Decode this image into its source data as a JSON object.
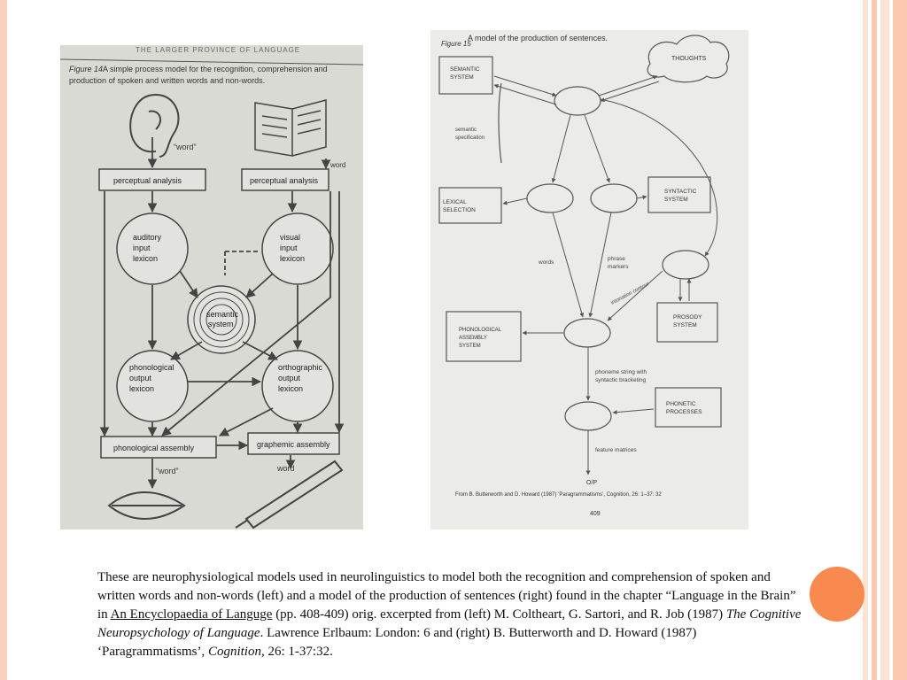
{
  "colors": {
    "accent": "#f98a4f",
    "stripe_light": "#fde3d6",
    "stripe_mid": "#fbc9b2"
  },
  "left_figure": {
    "header": "THE LARGER PROVINCE OF LANGUAGE",
    "caption_prefix": "Figure 14",
    "caption_line1": "A simple process model for the recognition, comprehension and",
    "caption_line2": "production of spoken and written words and non-words.",
    "labels": {
      "word_quote": "“word”",
      "word": "word",
      "perceptual_analysis_left": "perceptual analysis",
      "perceptual_analysis_right": "perceptual analysis",
      "auditory_1": "auditory",
      "auditory_2": "input",
      "auditory_3": "lexicon",
      "visual_1": "visual",
      "visual_2": "input",
      "visual_3": "lexicon",
      "semantic_1": "semantic",
      "semantic_2": "system",
      "phon_out_1": "phonological",
      "phon_out_2": "output",
      "phon_out_3": "lexicon",
      "orth_out_1": "orthographic",
      "orth_out_2": "output",
      "orth_out_3": "lexicon",
      "phonological_assembly": "phonological assembly",
      "graphemic_assembly": "graphemic assembly",
      "word_quote_bottom": "“word”",
      "word_bottom": "word"
    }
  },
  "right_figure": {
    "caption_prefix": "Figure 15",
    "caption_text": "A model of the production of sentences.",
    "labels": {
      "semantic_system_1": "SEMANTIC",
      "semantic_system_2": "SYSTEM",
      "thoughts": "THOUGHTS",
      "semantic_spec_1": "semantic",
      "semantic_spec_2": "specification",
      "lexical_1": "LEXICAL",
      "lexical_2": "SELECTION",
      "syntactic_1": "SYNTACTIC",
      "syntactic_2": "SYSTEM",
      "words": "words",
      "phrase_1": "phrase",
      "phrase_2": "markers",
      "intonation": "intonation contour",
      "phon_asm_1": "PHONOLOGICAL",
      "phon_asm_2": "ASSEMBLY",
      "phon_asm_3": "SYSTEM",
      "prosody_1": "PROSODY",
      "prosody_2": "SYSTEM",
      "phoneme_1": "phoneme string with",
      "phoneme_2": "syntactic bracketing",
      "phonetic_1": "PHONETIC",
      "phonetic_2": "PROCESSES",
      "feature": "feature matrices",
      "op": "O/P",
      "source": "From B. Butterworth and D. Howard (1987) ‘Paragrammatisms’, Cognition, 26: 1–37: 32",
      "page": "409"
    }
  },
  "caption": {
    "part1": "These are neurophysiological models used in neurolinguistics to model both the recognition and comprehension of spoken  and written words and non-words (left) and a model of the production of sentences (right) found in the chapter “Language in the Brain” in ",
    "link_text": "An Encyclopaedia of Languge",
    "part2": " (pp. 408-409) orig. excerpted from (left) M. Coltheart, G. Sartori, and R. Job (1987) ",
    "italic1": "The Cognitive Neuropsychology of Language",
    "part3": ". Lawrence Erlbaum: London: 6 and (right) B. Butterworth and D. Howard (1987) ‘Paragrammatisms’, ",
    "italic2": "Cognition,",
    "part4": " 26: 1-37:32."
  }
}
